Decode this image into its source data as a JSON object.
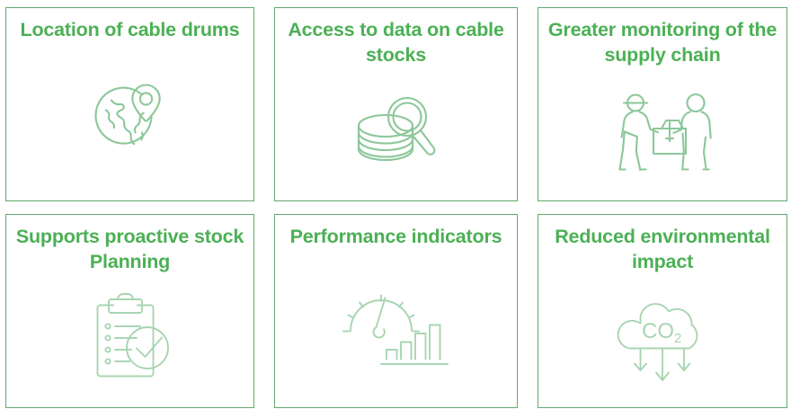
{
  "page": {
    "layout": "card-grid",
    "columns": 3,
    "rows": 2,
    "background_color": "#ffffff",
    "card_border_color": "#62a96d",
    "title_color": "#4cb055",
    "icon_color": "#8cc79a"
  },
  "cards": [
    {
      "id": "location-of-cable-drums",
      "title": "Location of cable drums",
      "icon": "globe-location-pin-icon"
    },
    {
      "id": "access-to-data-on-cable-stocks",
      "title": "Access to data on cable stocks",
      "icon": "cable-drum-magnifier-icon"
    },
    {
      "id": "greater-monitoring-of-the-supply-chain",
      "title": "Greater monitoring of the supply chain",
      "icon": "two-workers-carrying-box-icon"
    },
    {
      "id": "supports-proactive-stock-planning",
      "title": "Supports proactive stock Planning",
      "icon": "clipboard-checkmark-icon"
    },
    {
      "id": "performance-indicators",
      "title": "Performance indicators",
      "icon": "gauge-bar-chart-icon"
    },
    {
      "id": "reduced-environmental-impact",
      "title": "Reduced environmental impact",
      "icon": "co2-cloud-down-arrows-icon",
      "icon_label": "CO",
      "icon_label_sub": "2"
    }
  ]
}
